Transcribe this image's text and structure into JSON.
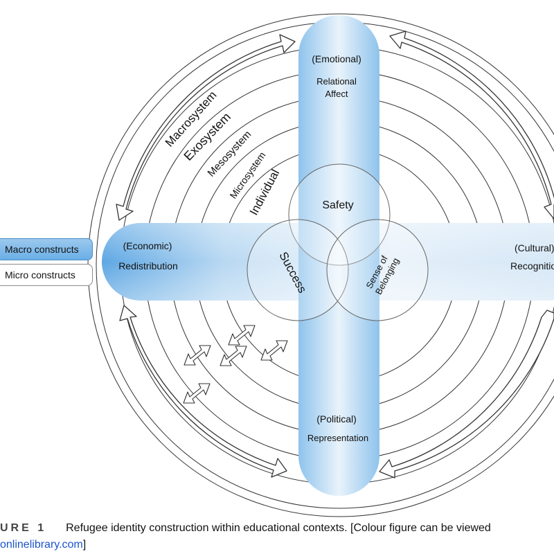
{
  "diagram": {
    "rings": [
      "Macrosystem",
      "Exosystem",
      "Mesosystem",
      "Microsystem",
      "Individual"
    ],
    "axes": {
      "top": {
        "dimension": "(Emotional)",
        "construct_line1": "Relational",
        "construct_line2": "Affect"
      },
      "bottom": {
        "dimension": "(Political)",
        "construct": "Representation"
      },
      "left": {
        "dimension": "(Economic)",
        "construct": "Redistribution"
      },
      "right": {
        "dimension": "(Cultural)",
        "construct": "Recognition"
      }
    },
    "circles": {
      "top": "Safety",
      "left": "Success",
      "right_line1": "Sense of",
      "right_line2": "Belonging"
    }
  },
  "legend": {
    "macro": "Macro constructs",
    "micro": "Micro constructs"
  },
  "caption": {
    "figure_label": "URE 1",
    "text": "Refugee identity construction within educational contexts. [Colour figure can be viewed",
    "line2": "onlinelibrary.com]"
  }
}
